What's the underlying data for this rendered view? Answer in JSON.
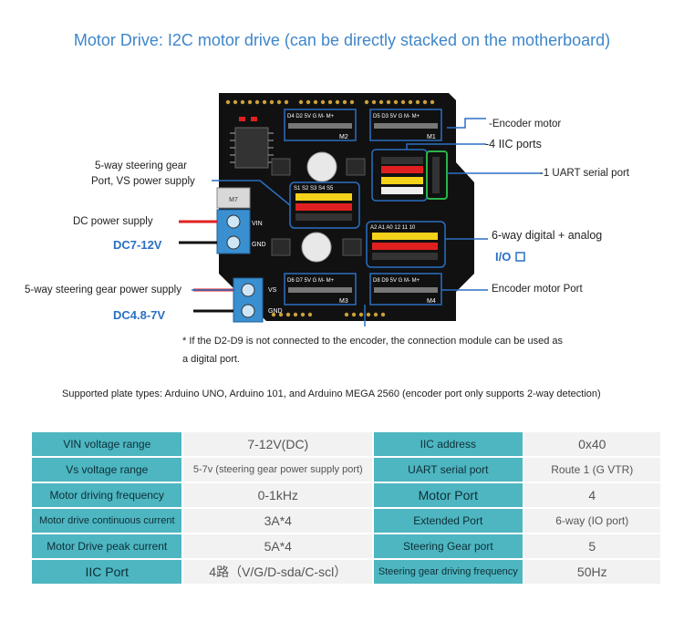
{
  "title": "Motor Drive: I2C motor drive (can be directly stacked on the motherboard)",
  "callouts": {
    "encoder_motor": "-Encoder motor",
    "iic_ports": "-4 IIC ports",
    "uart_port": "-1 UART serial port",
    "steering_gear_top": "5-way steering gear",
    "port_vs": "Port, VS power supply",
    "dc_power": "DC power supply",
    "dc_voltage": "DC7-12V",
    "digital_analog": "6-way digital + analog",
    "io": "I/O",
    "steering_power": "5-way steering gear power supply",
    "encoder_motor_port": "Encoder motor Port",
    "dc_voltage_2": "DC4.8-7V"
  },
  "board": {
    "vin": "VIN",
    "gnd": "GND",
    "vs": "VS",
    "gnd2": "GND",
    "m1": "M1",
    "m2": "M2",
    "m3": "M3",
    "m4": "M4",
    "m_header_top_left": "D4 D2 5V  G  M- M+",
    "m_header_top_right": "D5 D3 5V  G  M- M+",
    "m_header_bot_left": "D6 D7 5V  G  M- M+",
    "m_header_bot_right": "D8 D9 5V  G  M- M+",
    "servo_header": "S1 S2 S3 S4 S5",
    "io_header": "A2 A1 A0 12 11 10",
    "reg_label": "M7"
  },
  "note": "* If the D2-D9 is not connected to the encoder, the connection module can be used as a digital port.",
  "support": "Supported plate types: Arduino UNO, Arduino 101, and Arduino MEGA 2560 (encoder port only supports 2-way detection)",
  "specs": [
    [
      "VIN voltage range",
      "7-12V(DC)",
      "IIC address",
      "0x40"
    ],
    [
      "Vs voltage range",
      "5-7v (steering gear power supply port)",
      "UART serial port",
      "Route 1 (G VTR)"
    ],
    [
      "Motor driving frequency",
      "0-1kHz",
      "Motor Port",
      "4"
    ],
    [
      "Motor drive continuous current",
      "3A*4",
      "Extended Port",
      "6-way (IO port)"
    ],
    [
      "Motor Drive peak current",
      "5A*4",
      "Steering Gear port",
      "5"
    ],
    [
      "IIC Port",
      "4路（V/G/D-sda/C-scl）",
      "Steering gear driving frequency",
      "50Hz"
    ]
  ],
  "colors": {
    "accent": "#3f86c9",
    "table_key": "#4db6c1",
    "board": "#111111",
    "header_yellow": "#f5d21a",
    "header_red": "#e02020"
  }
}
